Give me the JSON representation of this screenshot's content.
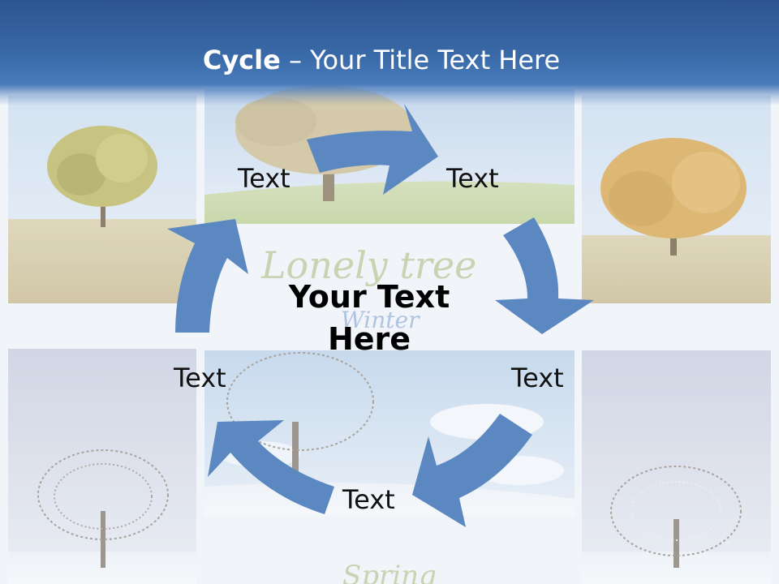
{
  "slide": {
    "title_bold": "Cycle",
    "title_rest": " – Your Title Text Here",
    "center_text": "Your Text Here",
    "watermark_text_1": "Lonely tree",
    "watermark_text_2": "Winter",
    "watermark_text_3": "Spring"
  },
  "cycle": {
    "labels": [
      "Text",
      "Text",
      "Text",
      "Text",
      "Text"
    ],
    "arrow_color": "#5b88c1"
  }
}
